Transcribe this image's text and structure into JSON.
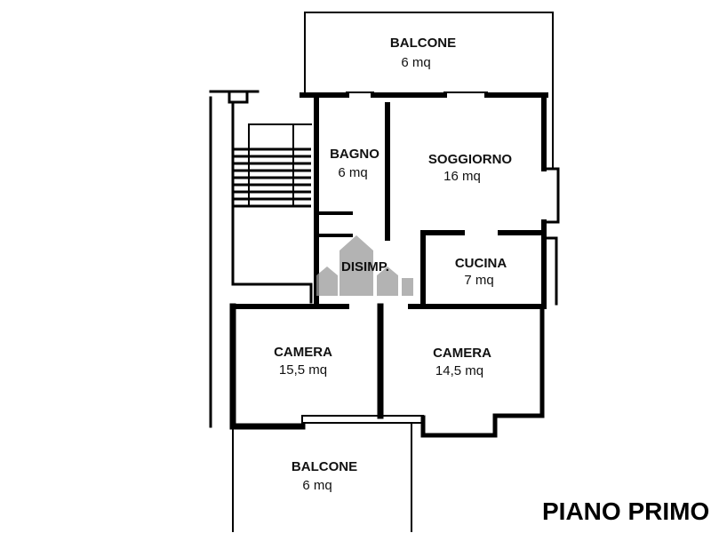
{
  "plan_title": "PIANO PRIMO",
  "rooms": [
    {
      "name": "BALCONE",
      "area": "6 mq"
    },
    {
      "name": "BAGNO",
      "area": "6 mq"
    },
    {
      "name": "SOGGIORNO",
      "area": "16 mq"
    },
    {
      "name": "DISIMP.",
      "area": ""
    },
    {
      "name": "CUCINA",
      "area": "7 mq"
    },
    {
      "name": "CAMERA",
      "area": "15,5 mq"
    },
    {
      "name": "CAMERA",
      "area": "14,5 mq"
    },
    {
      "name": "BALCONE",
      "area": "6 mq"
    }
  ],
  "colors": {
    "wall": "#000000",
    "watermark": "#9a9a9a"
  }
}
